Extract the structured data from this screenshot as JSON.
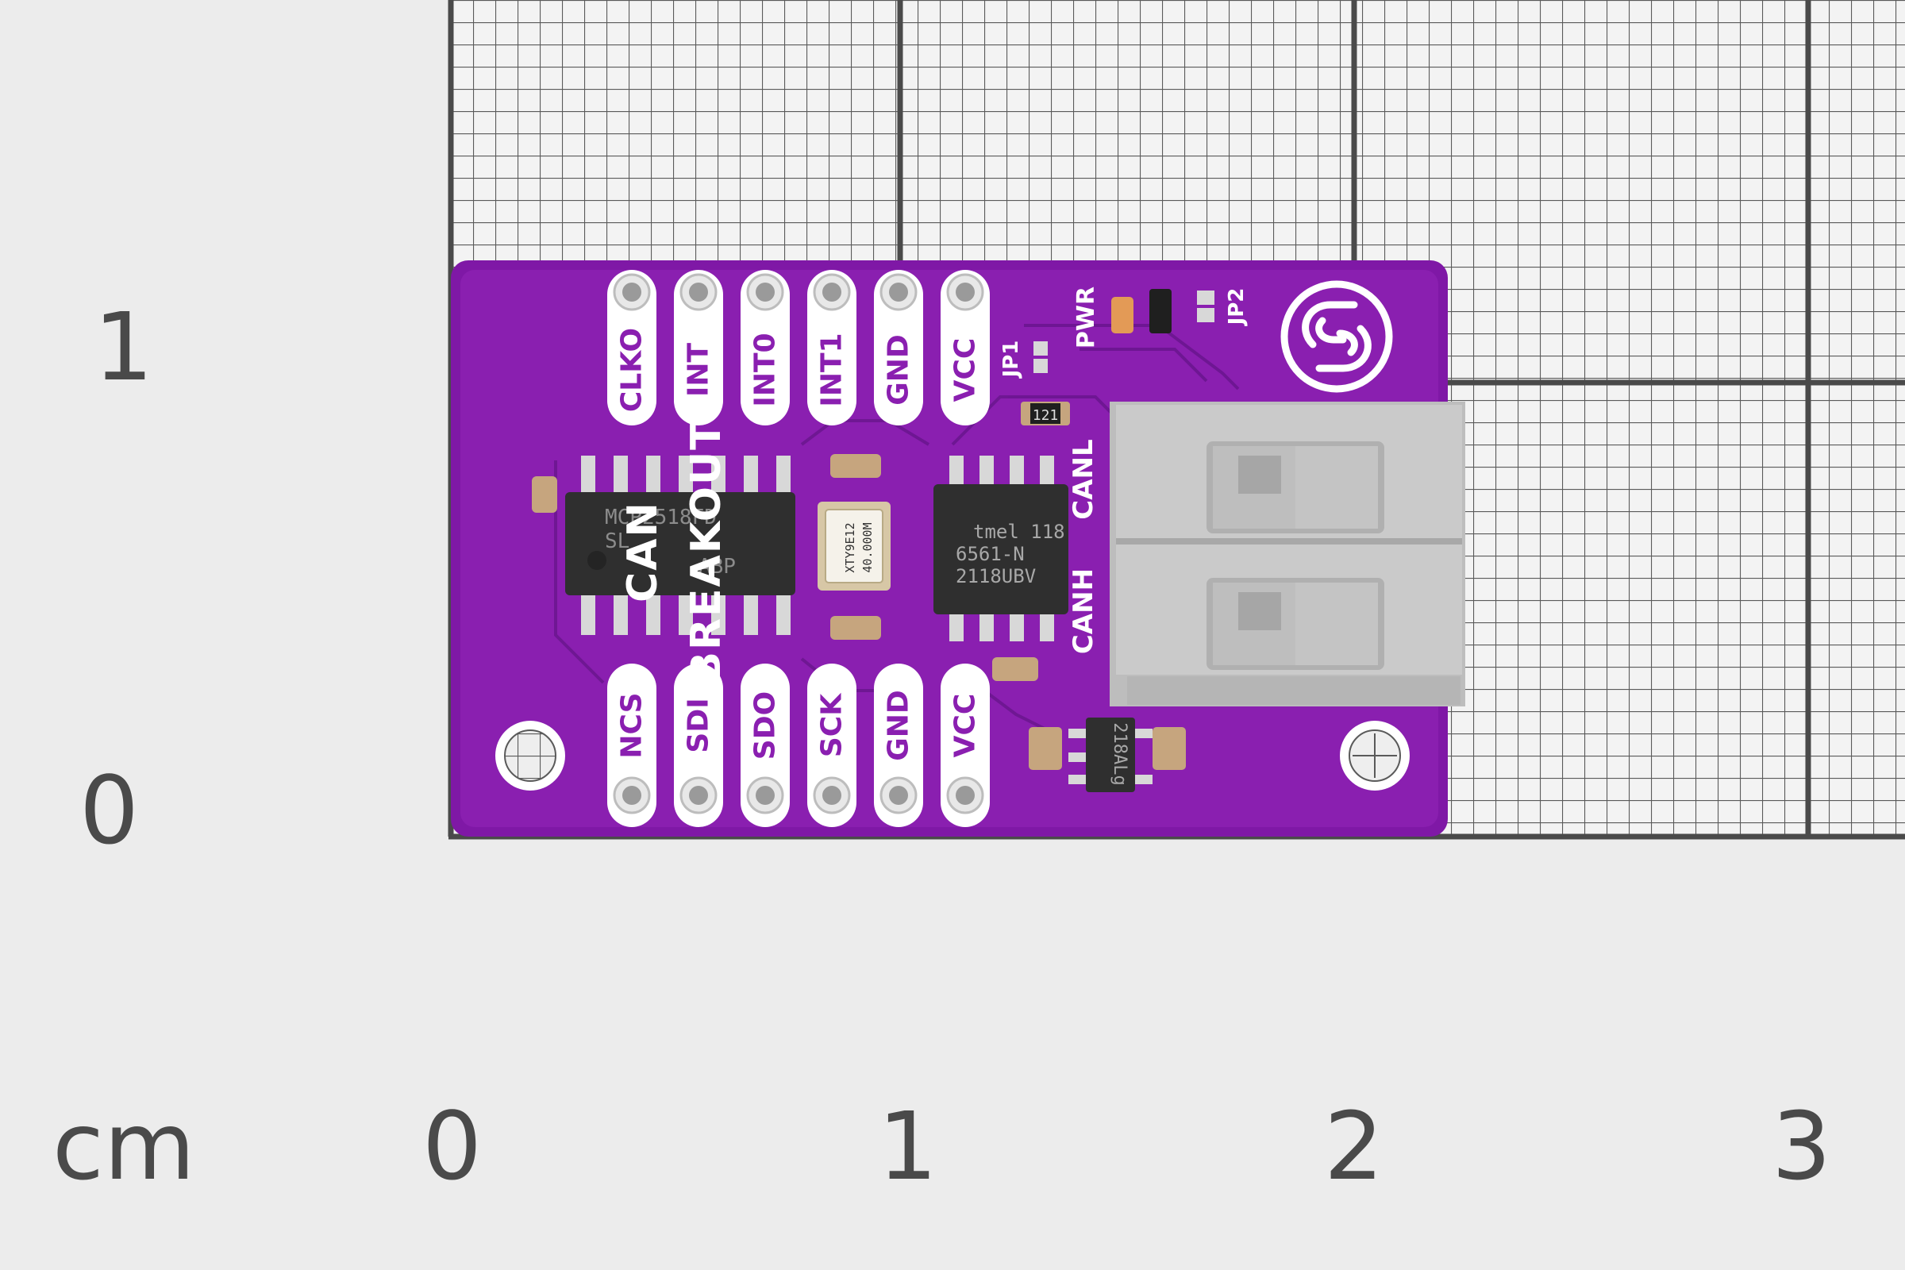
{
  "scale": {
    "unit": "cm",
    "x_labels": [
      "0",
      "1",
      "2",
      "3"
    ],
    "y_labels": [
      "0",
      "1"
    ]
  },
  "board": {
    "title": "CAN BREAKOUT",
    "top_pins": [
      "CLKO",
      "INT",
      "INT0",
      "INT1",
      "GND",
      "VCC"
    ],
    "bottom_pins": [
      "NCS",
      "SDI",
      "SDO",
      "SCK",
      "GND",
      "VCC"
    ],
    "terminal_labels": [
      "CANL",
      "CANH"
    ],
    "silk_labels": [
      "PWR",
      "JP1",
      "JP2"
    ],
    "chip1_lines": [
      "MCP2518FD",
      "SL",
      "ABP"
    ],
    "crystal_lines": [
      "XTY9E12",
      "40.000M"
    ],
    "chip2_lines": [
      "tmel 118",
      "6561-N",
      "2118UBV"
    ],
    "regulator_text": "218ALg",
    "resistor_text": "121"
  },
  "colors": {
    "background": "#ececec",
    "grid_line": "#4a4a4a",
    "pcb": "#8a1fb0",
    "connector": "#c9c9c9"
  }
}
